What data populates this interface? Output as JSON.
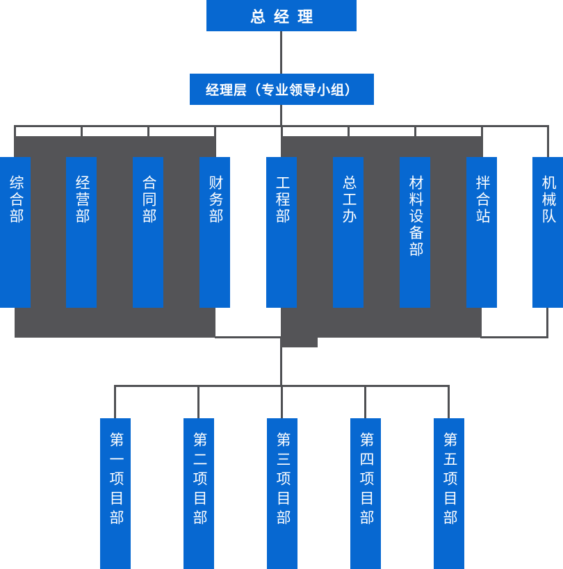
{
  "colors": {
    "node_blue": "#0768d1",
    "panel_gray": "#545457",
    "connector_gray": "#4f5053",
    "text_white": "#ffffff"
  },
  "org": {
    "root": {
      "label": "总经理"
    },
    "management": {
      "label": "经理层（专业领导小组）"
    },
    "departments": [
      {
        "label": "综合部"
      },
      {
        "label": "经营部"
      },
      {
        "label": "合同部"
      },
      {
        "label": "财务部"
      },
      {
        "label": "工程部"
      },
      {
        "label": "总工办"
      },
      {
        "label": "材料设备部"
      },
      {
        "label": "拌合站"
      },
      {
        "label": "机械队"
      }
    ],
    "projects": [
      {
        "label": "第一项目部"
      },
      {
        "label": "第二项目部"
      },
      {
        "label": "第三项目部"
      },
      {
        "label": "第四项目部"
      },
      {
        "label": "第五项目部"
      }
    ]
  }
}
